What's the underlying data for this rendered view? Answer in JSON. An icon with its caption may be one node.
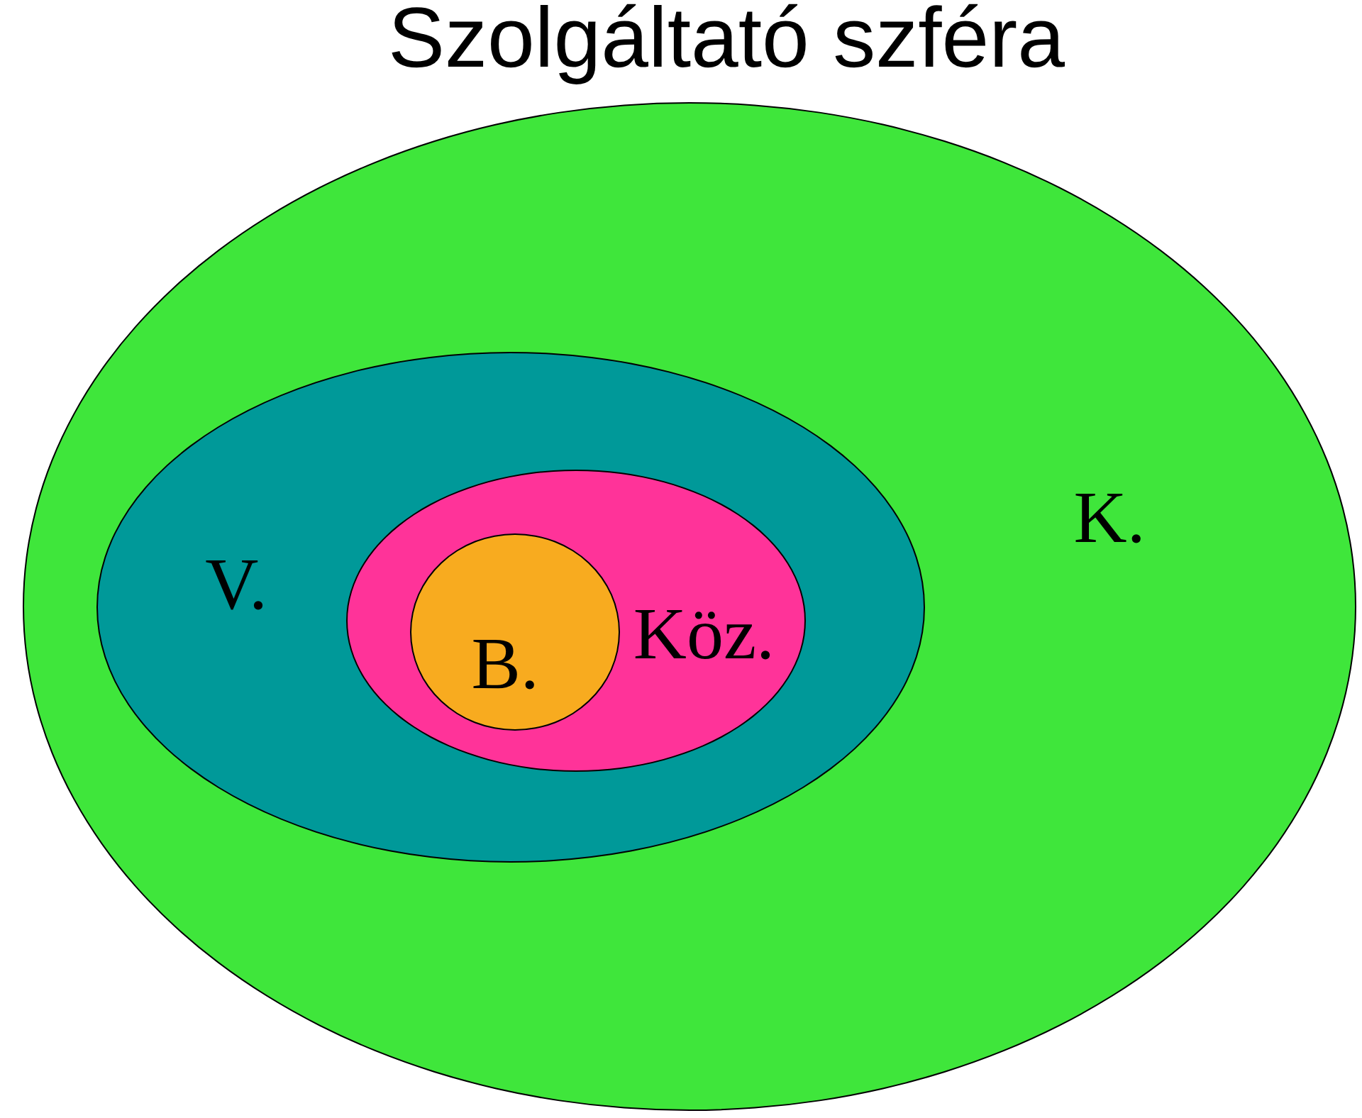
{
  "diagram": {
    "title": "Szolgáltató szféra",
    "nodes": [
      {
        "text": [
          "K."
        ]
      },
      {
        "text": [
          "V."
        ],
        "in": 0
      },
      {
        "text": [
          "Köz."
        ],
        "in": 1
      },
      {
        "text": [
          "B."
        ],
        "in": 2
      }
    ]
  }
}
